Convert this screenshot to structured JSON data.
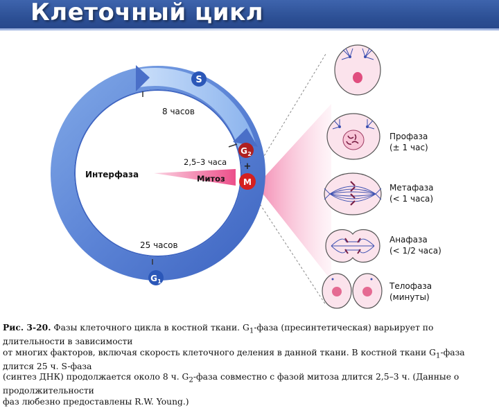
{
  "slide": {
    "title": "Клеточный цикл"
  },
  "cycle": {
    "phase_s": "S",
    "phase_g2": "G",
    "phase_g2_sub": "2",
    "phase_g1": "G",
    "phase_g1_sub": "1",
    "phase_m": "M",
    "plus_sign": "+",
    "label_8h": "8 часов",
    "label_interphase": "Интерфаза",
    "label_mitosis_time": "2,5–3 часа",
    "label_mitosis": "Митоз",
    "label_25h": "25 часов"
  },
  "mitosis_stages": [
    {
      "name": "Профаза",
      "duration": "(± 1 час)"
    },
    {
      "name": "Метафаза",
      "duration": "(< 1 часа)"
    },
    {
      "name": "Анафаза",
      "duration": "(< 1/2 часа)"
    },
    {
      "name": "Телофаза",
      "duration": "(минуты)"
    }
  ],
  "caption": {
    "label": "Рис. 3-20.",
    "line1": " Фазы клеточного цикла в костной ткани. G",
    "line1_sub": "1",
    "line1_end": "-фаза (пресинтетическая) варьирует по длительности в зависимости",
    "line2": "от многих факторов, включая скорость клеточного деления в данной ткани. В костной ткани G",
    "line2_sub": "1",
    "line2_end": "-фаза длится 25 ч. S-фаза",
    "line3": "(синтез ДНК) продолжается около 8 ч. G",
    "line3_sub": "2",
    "line3_end": "-фаза совместно с фазой митоза длится 2,5–3 ч. (Данные о продолжительности",
    "line4": "фаз любезно предоставлены R.W. Young.)"
  },
  "colors": {
    "header": "#2c4f94",
    "ring_outer": "#4a6fc8",
    "ring_light": "#a9c8f0",
    "badge": "#2b57b8",
    "m_badge": "#d42020",
    "g2_badge": "#b02020",
    "mitosis_pink": "#f08aae",
    "cell_fill": "#fbe3ec",
    "spindle": "#3b4fb0"
  }
}
